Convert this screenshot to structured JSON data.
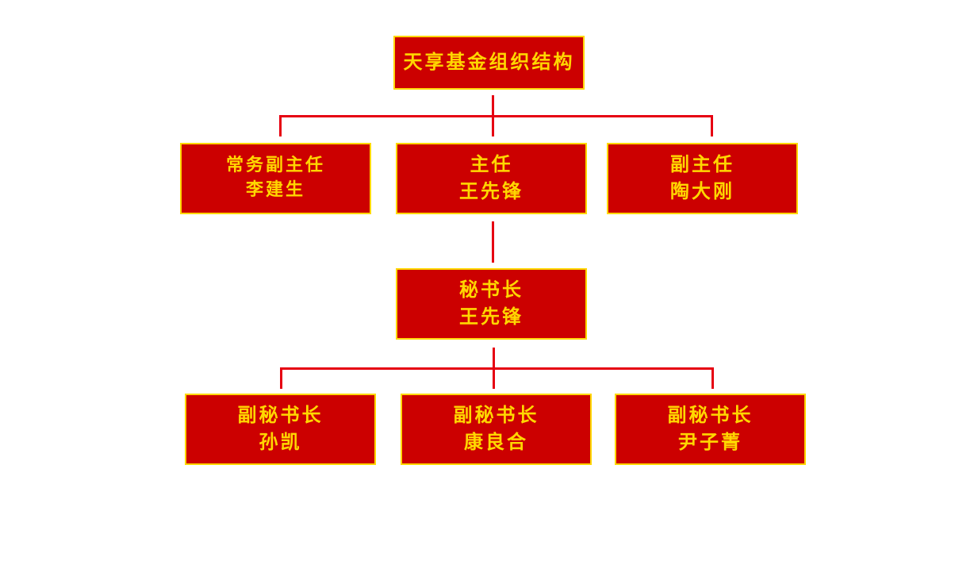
{
  "colors": {
    "box_fill": "#cc0000",
    "box_border": "#ffd700",
    "text": "#ffd700",
    "connector": "#e60012"
  },
  "root": {
    "title": "天享基金组织结构"
  },
  "leadership": [
    {
      "role": "常务副主任",
      "name": "李建生"
    },
    {
      "role": "主任",
      "name": "王先锋"
    },
    {
      "role": "副主任",
      "name": "陶大刚"
    }
  ],
  "secretary_general": {
    "role": "秘书长",
    "name": "王先锋"
  },
  "deputy_secretaries": [
    {
      "role": "副秘书长",
      "name": "孙凯"
    },
    {
      "role": "副秘书长",
      "name": "康良合"
    },
    {
      "role": "副秘书长",
      "name": "尹子菁"
    }
  ]
}
